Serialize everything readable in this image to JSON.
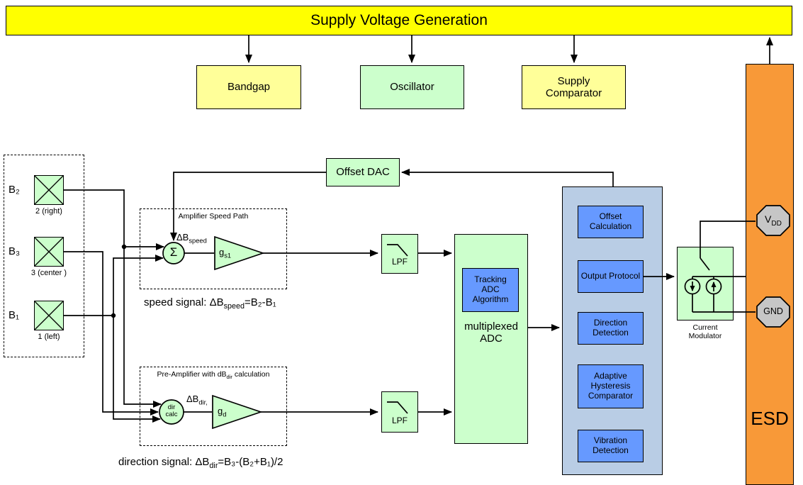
{
  "banner": {
    "title": "Supply Voltage Generation"
  },
  "top_row": {
    "bandgap": "Bandgap",
    "oscillator": "Oscillator",
    "supply_comparator": "Supply Comparator"
  },
  "esd": {
    "label": "ESD"
  },
  "pads": {
    "vdd_main": "V",
    "vdd_sub": "DD",
    "gnd": "GND"
  },
  "sensors": {
    "items": [
      {
        "label": "B₂",
        "caption": "2 (right)"
      },
      {
        "label": "B₃",
        "caption": "3 (center )"
      },
      {
        "label": "B₁",
        "caption": "1 (left)"
      }
    ]
  },
  "offset_dac": {
    "label": "Offset DAC"
  },
  "speed_path": {
    "title": "Amplifier Speed Path",
    "sum_symbol": "Σ",
    "delta_main": "ΔB",
    "delta_sub": "speed",
    "gain_main": "g",
    "gain_sub": "s1",
    "formula_p1": "speed signal: ΔB",
    "formula_sub": "speed",
    "formula_p2": "=B₂-B₁"
  },
  "dir_path": {
    "title_p1": "Pre-Amplifier with dB",
    "title_sub": "dir",
    "title_p2": " calculation",
    "calc_l1": "dir",
    "calc_l2": "calc",
    "delta_main": "ΔB",
    "delta_sub": "dir,",
    "gain_main": "g",
    "gain_sub": "d",
    "formula_p1": "direction signal: ΔB",
    "formula_sub": "dir",
    "formula_p2": "=B₃-(B₂+B₁)/2"
  },
  "filters": {
    "lpf1": "LPF",
    "lpf2": "LPF"
  },
  "adc": {
    "label": "multiplexed ADC",
    "tracking": "Tracking ADC Algorithm"
  },
  "dsp": {
    "items": [
      {
        "label": "Offset Calculation"
      },
      {
        "label": "Output Protocol"
      },
      {
        "label": "Direction Detection"
      },
      {
        "label": "Adaptive Hysteresis Comparator"
      },
      {
        "label": "Vibration Detection"
      }
    ]
  },
  "modulator": {
    "label": "Current Modulator"
  },
  "colors": {
    "banner_yellow": "#FFFF00",
    "pale_yellow": "#FFFF99",
    "pale_green": "#CCFFCC",
    "panel_blue": "#B9CDE5",
    "block_blue": "#6699FF",
    "esd_orange": "#F89938",
    "pad_gray": "#C6C6C6"
  }
}
